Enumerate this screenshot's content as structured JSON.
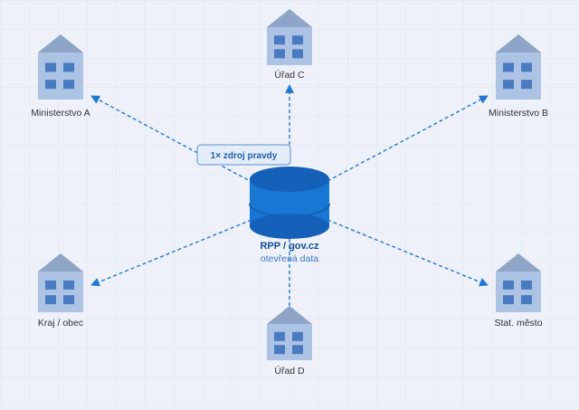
{
  "colors": {
    "background": "#eef1f9",
    "grid": "#dfe5f2",
    "building_wall": "#adc3e3",
    "building_roof": "#8fa5c7",
    "building_window": "#4a7bc0",
    "arrow": "#1f78d1",
    "db_fill": "#1976d2",
    "db_dark": "#1560b8",
    "badge_fill": "#e3ecf9",
    "badge_stroke": "#5a8fd1",
    "badge_text": "#1f5fae",
    "text_dark": "#333333",
    "db_title": "#0e4d9c",
    "db_subtitle": "#3b79c4"
  },
  "center": {
    "title": "RPP / gov.cz",
    "subtitle": "otevřená data",
    "icon": "database-icon"
  },
  "badge": {
    "text": "1× zdroj pravdy"
  },
  "nodes": [
    {
      "id": "ministerstvo-a",
      "label": "Ministerstvo A",
      "icon": "building-icon"
    },
    {
      "id": "urad-c",
      "label": "Úřad C",
      "icon": "building-icon"
    },
    {
      "id": "ministerstvo-b",
      "label": "Ministerstvo B",
      "icon": "building-icon"
    },
    {
      "id": "kraj-obec",
      "label": "Kraj / obec",
      "icon": "building-icon"
    },
    {
      "id": "urad-d",
      "label": "Úřad D",
      "icon": "building-icon"
    },
    {
      "id": "stat-mesto",
      "label": "Stat. město",
      "icon": "building-icon"
    }
  ]
}
